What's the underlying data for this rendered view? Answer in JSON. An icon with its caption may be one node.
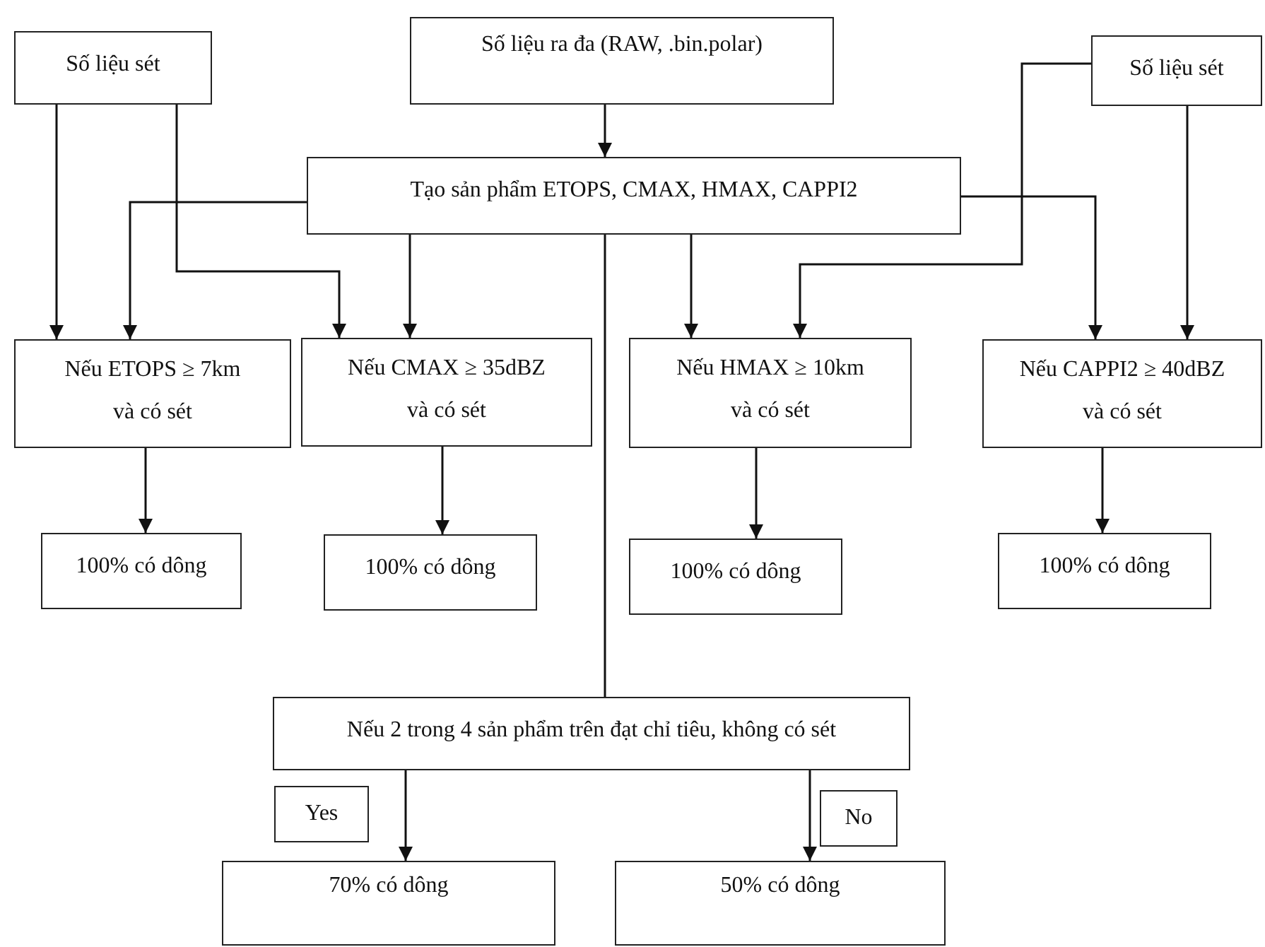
{
  "diagram": {
    "nodes": [
      {
        "text": [
          "Số liệu sét"
        ]
      },
      {
        "text": [
          "Số liệu ra đa (RAW, .bin.polar)"
        ]
      },
      {
        "text": [
          "Số liệu sét"
        ]
      },
      {
        "text": [
          "Tạo sản phẩm ETOPS, CMAX, HMAX, CAPPI2"
        ]
      },
      {
        "text": [
          "Nếu ETOPS ≥ 7km và có sét"
        ]
      },
      {
        "text": [
          "Nếu CMAX ≥ 35dBZ và có sét"
        ]
      },
      {
        "text": [
          "Nếu HMAX ≥ 10km và có sét"
        ]
      },
      {
        "text": [
          "Nếu CAPPI2 ≥ 40dBZ và có sét"
        ]
      },
      {
        "text": [
          "100% có dông"
        ]
      },
      {
        "text": [
          "100% có dông"
        ]
      },
      {
        "text": [
          "100% có dông"
        ]
      },
      {
        "text": [
          "100% có dông"
        ]
      },
      {
        "text": [
          "Nếu 2 trong 4 sản phẩm trên đạt chỉ tiêu, không có sét"
        ]
      },
      {
        "text": [
          "Yes"
        ]
      },
      {
        "text": [
          "No"
        ]
      },
      {
        "text": [
          "70% có dông"
        ]
      },
      {
        "text": [
          "50% có dông"
        ]
      }
    ],
    "edges": [
      {
        "from": 0,
        "to": 4,
        "arrow": "to"
      },
      {
        "from": 0,
        "to": 5,
        "arrow": "to"
      },
      {
        "from": 1,
        "to": 3,
        "arrow": "to"
      },
      {
        "from": 3,
        "to": 4,
        "arrow": "to"
      },
      {
        "from": 3,
        "to": 5,
        "arrow": "to"
      },
      {
        "from": 3,
        "to": 6,
        "arrow": "to"
      },
      {
        "from": 3,
        "to": 7,
        "arrow": "to"
      },
      {
        "from": 2,
        "to": 6,
        "arrow": "to"
      },
      {
        "from": 2,
        "to": 7,
        "arrow": "to"
      },
      {
        "from": 4,
        "to": 8,
        "arrow": "to"
      },
      {
        "from": 5,
        "to": 9,
        "arrow": "to"
      },
      {
        "from": 6,
        "to": 10,
        "arrow": "to"
      },
      {
        "from": 7,
        "to": 11,
        "arrow": "to"
      },
      {
        "from": 3,
        "to": 12,
        "arrow": "none"
      },
      {
        "from": 12,
        "to": 15,
        "arrow": "to"
      },
      {
        "from": 12,
        "to": 16,
        "arrow": "to"
      }
    ]
  }
}
